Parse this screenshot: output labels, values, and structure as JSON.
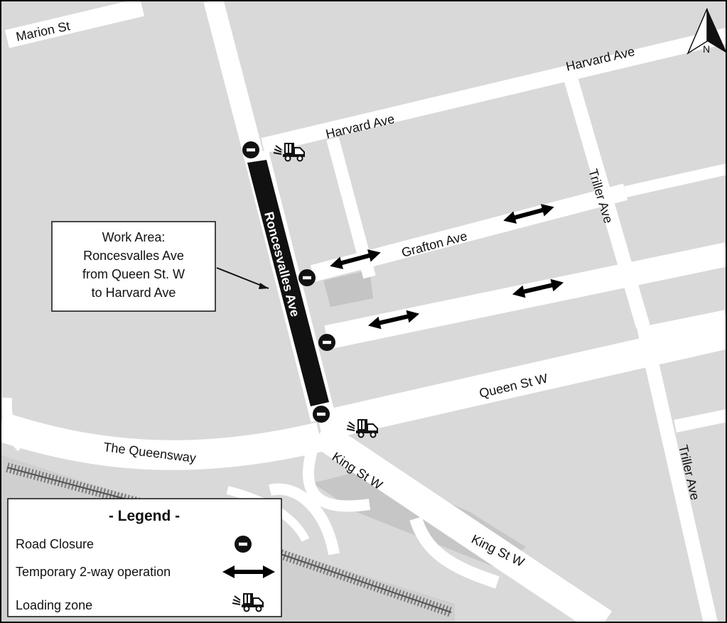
{
  "streets": {
    "marion": "Marion St",
    "harvard_1": "Harvard Ave",
    "harvard_2": "Harvard Ave",
    "grafton": "Grafton Ave",
    "triller_1": "Triller Ave",
    "triller_2": "Triller Ave",
    "queen": "Queen St W",
    "queensway": "The Queensway",
    "king_1": "King St W",
    "king_2": "King St W",
    "roncesvalles": "Roncesvalles Ave"
  },
  "callout": {
    "line1": "Work Area:",
    "line2": "Roncesvalles Ave",
    "line3": "from Queen St. W",
    "line4": "to Harvard Ave"
  },
  "north": "N",
  "legend": {
    "title": "- Legend -",
    "items": [
      {
        "label": "Road Closure",
        "icon": "road-closure-icon"
      },
      {
        "label": "Temporary 2-way operation",
        "icon": "two-way-arrow-icon"
      },
      {
        "label": "Loading zone",
        "icon": "loading-zone-icon"
      }
    ]
  },
  "colors": {
    "land": "#d9d9d9",
    "road": "#ffffff",
    "work_area": "#111111",
    "border": "#000000"
  }
}
